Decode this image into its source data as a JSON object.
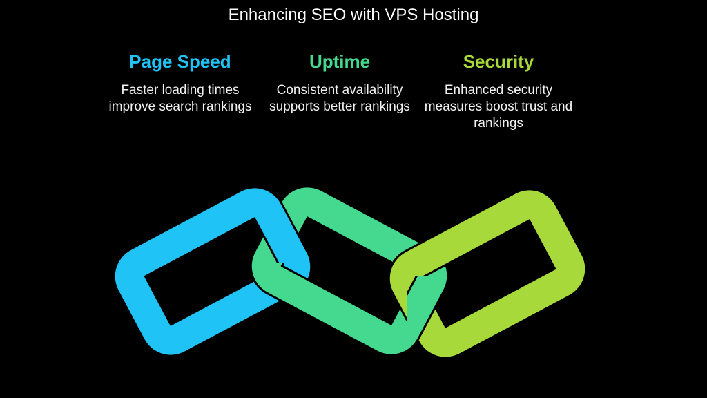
{
  "title": "Enhancing SEO with VPS Hosting",
  "columns": [
    {
      "heading": "Page Speed",
      "description": "Faster loading times improve search rankings",
      "color": "#1fc3f5"
    },
    {
      "heading": "Uptime",
      "description": "Consistent availability supports better rankings",
      "color": "#44d98f"
    },
    {
      "heading": "Security",
      "description": "Enhanced security measures boost trust and rankings",
      "color": "#a8d93a"
    }
  ]
}
